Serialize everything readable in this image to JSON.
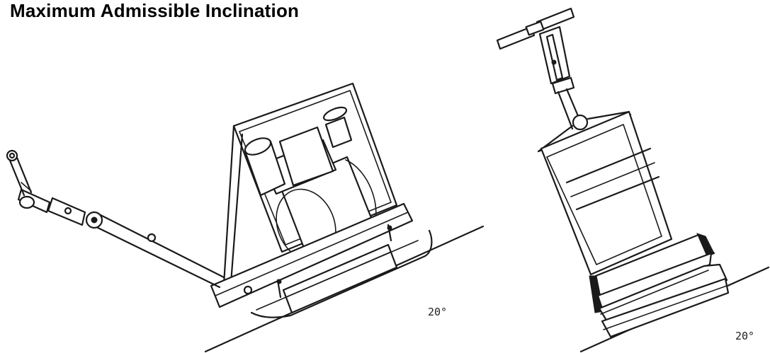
{
  "title": "Maximum Admissible Inclination",
  "figures": [
    {
      "angle_label": "20°",
      "angle_value_deg": 20
    },
    {
      "angle_label": "20°",
      "angle_value_deg": 20
    }
  ]
}
